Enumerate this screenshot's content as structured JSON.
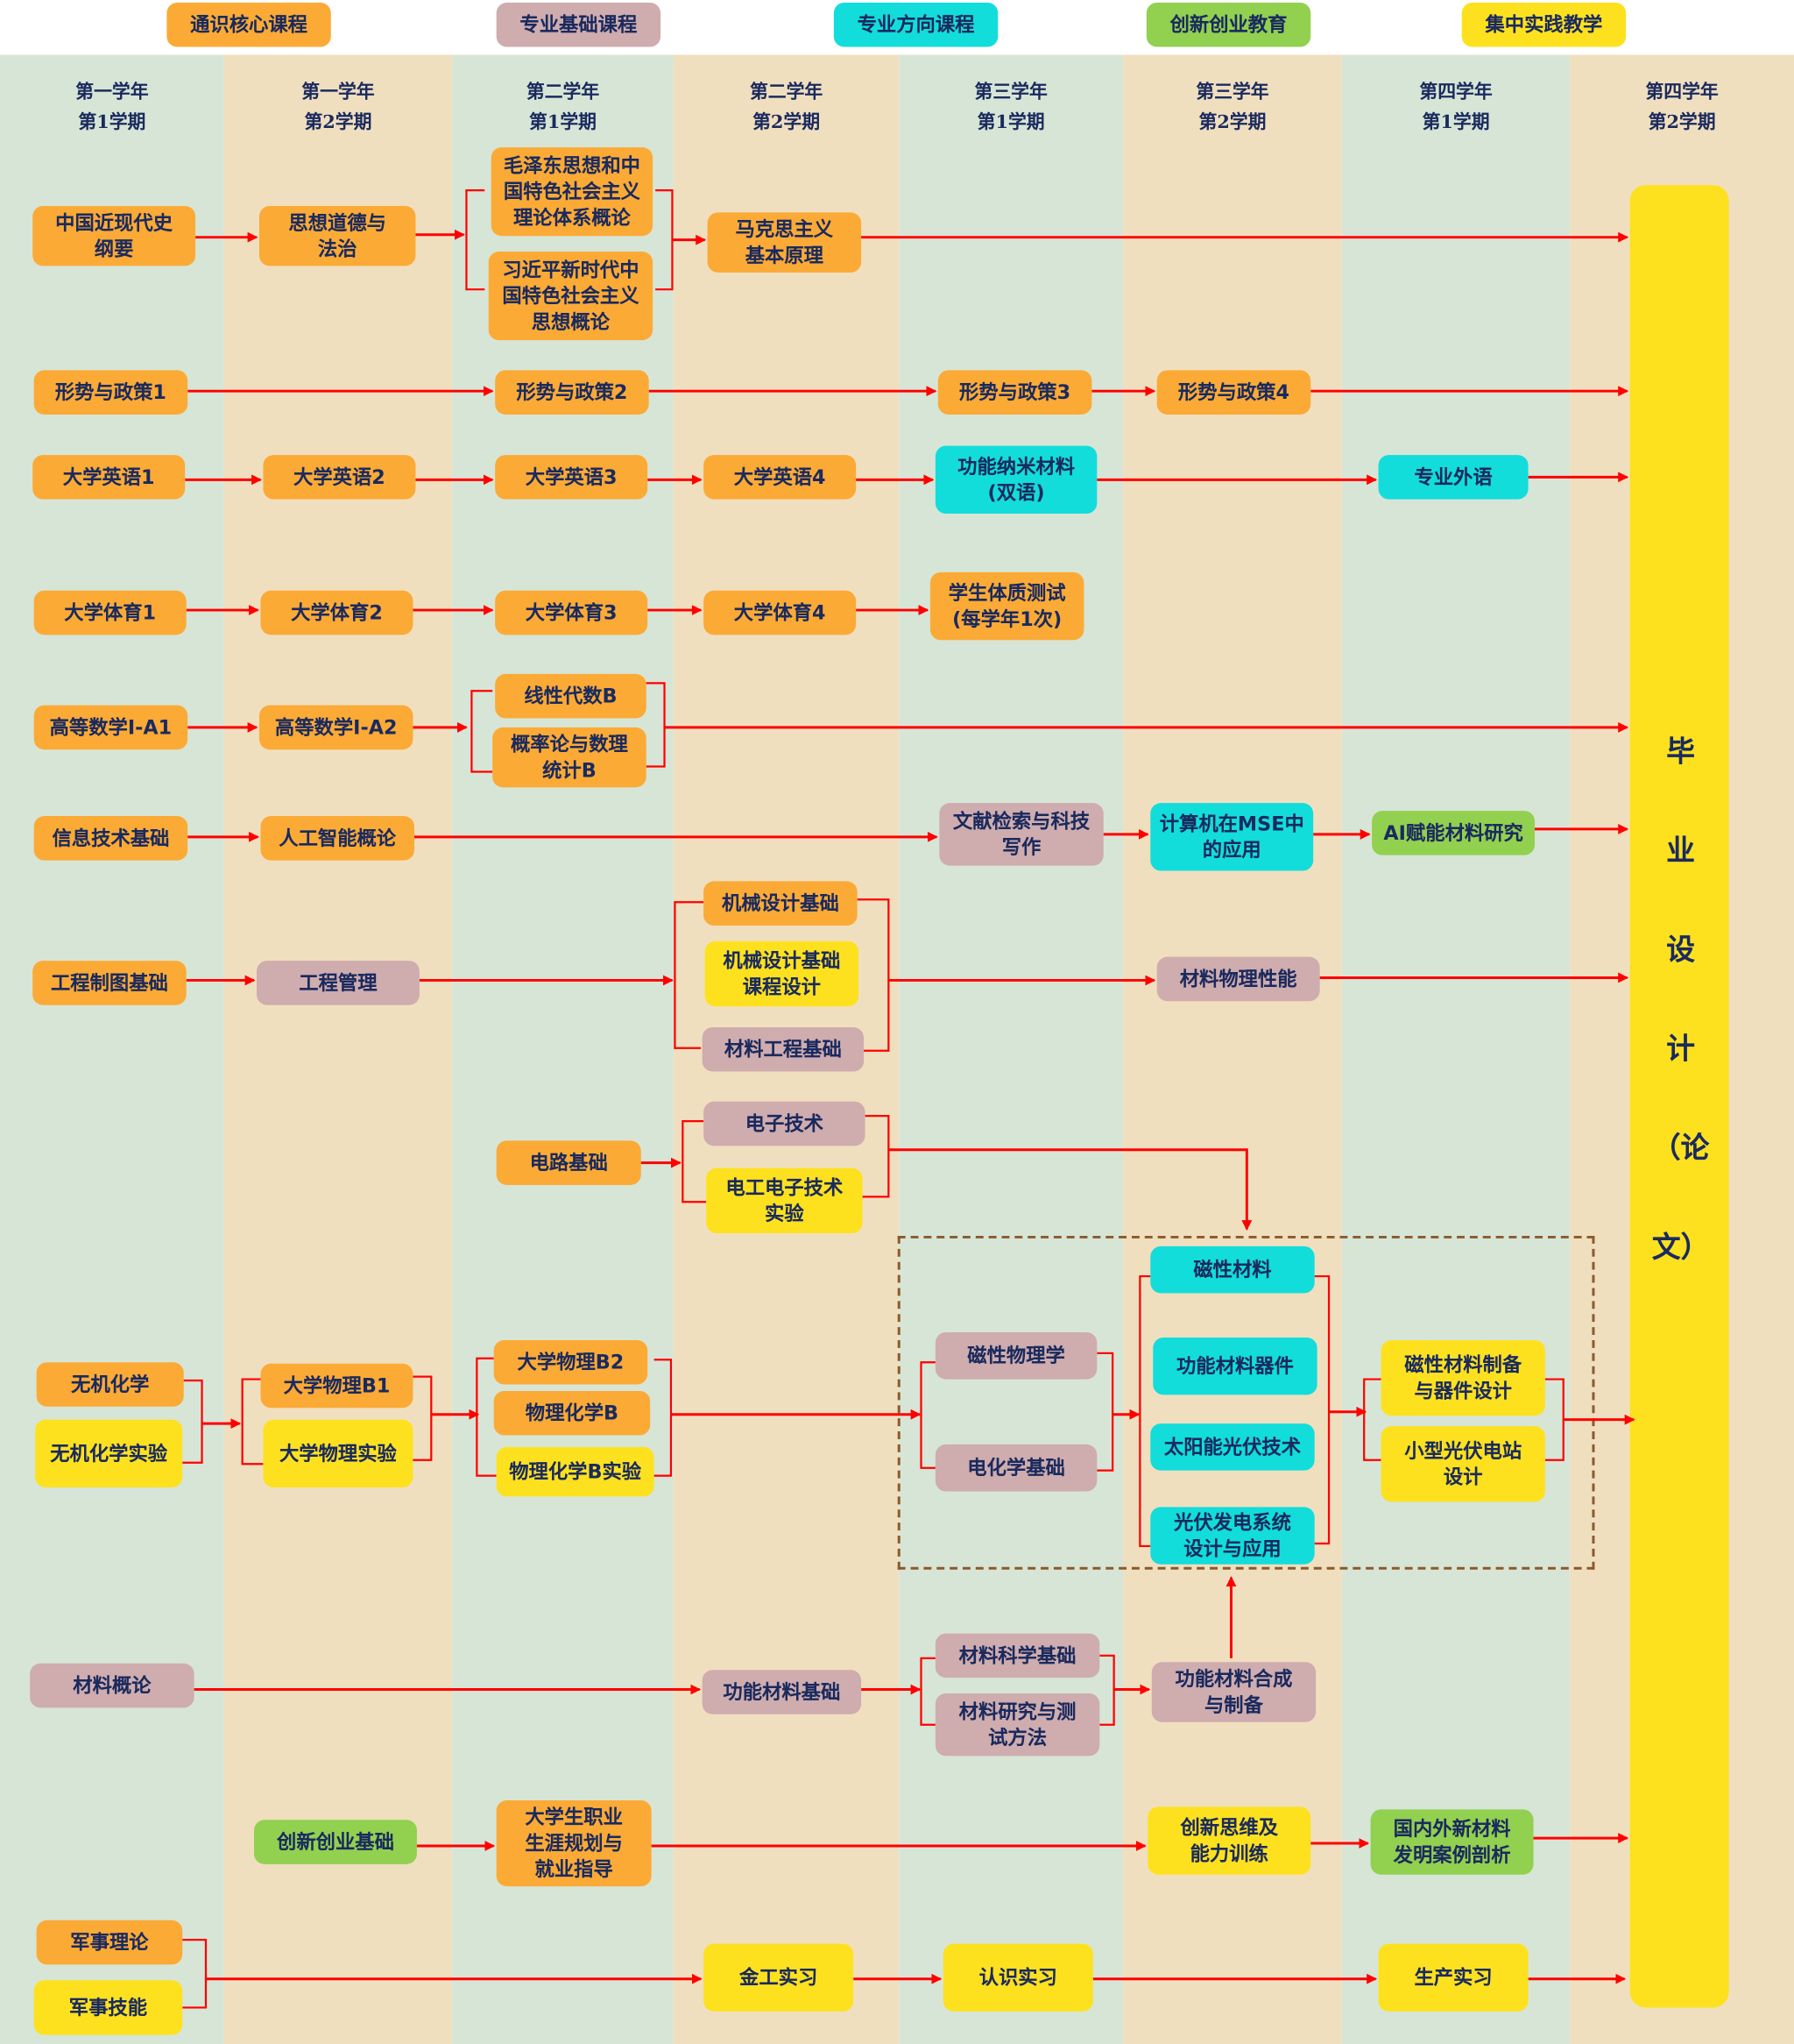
{
  "colors": {
    "general": "#FBAA36",
    "foundation": "#CFACAE",
    "direction": "#12DDDB",
    "innovation": "#92D050",
    "practice": "#FDE11F",
    "arrow": "#FF0000"
  },
  "legend": [
    {
      "label": "通识核心课程",
      "type": "general"
    },
    {
      "label": "专业基础课程",
      "type": "foundation"
    },
    {
      "label": "专业方向课程",
      "type": "direction"
    },
    {
      "label": "创新创业教育",
      "type": "innovation"
    },
    {
      "label": "集中实践教学",
      "type": "practice"
    }
  ],
  "semesters": [
    {
      "year": "第一学年",
      "term": "第1学期"
    },
    {
      "year": "第一学年",
      "term": "第2学期"
    },
    {
      "year": "第二学年",
      "term": "第1学期"
    },
    {
      "year": "第二学年",
      "term": "第2学期"
    },
    {
      "year": "第三学年",
      "term": "第1学期"
    },
    {
      "year": "第三学年",
      "term": "第2学期"
    },
    {
      "year": "第四学年",
      "term": "第1学期"
    },
    {
      "year": "第四学年",
      "term": "第2学期"
    }
  ],
  "courses": [
    {
      "label": "中国近现代史\n纲要",
      "type": "general"
    },
    {
      "label": "思想道德与\n法治",
      "type": "general"
    },
    {
      "label": "毛泽东思想和中\n国特色社会主义\n理论体系概论",
      "type": "general"
    },
    {
      "label": "习近平新时代中\n国特色社会主义\n思想概论",
      "type": "general"
    },
    {
      "label": "马克思主义\n基本原理",
      "type": "general"
    },
    {
      "label": "形势与政策1",
      "type": "general"
    },
    {
      "label": "形势与政策2",
      "type": "general"
    },
    {
      "label": "形势与政策3",
      "type": "general"
    },
    {
      "label": "形势与政策4",
      "type": "general"
    },
    {
      "label": "大学英语1",
      "type": "general"
    },
    {
      "label": "大学英语2",
      "type": "general"
    },
    {
      "label": "大学英语3",
      "type": "general"
    },
    {
      "label": "大学英语4",
      "type": "general"
    },
    {
      "label": "功能纳米材料\n(双语)",
      "type": "direction"
    },
    {
      "label": "专业外语",
      "type": "direction"
    },
    {
      "label": "大学体育1",
      "type": "general"
    },
    {
      "label": "大学体育2",
      "type": "general"
    },
    {
      "label": "大学体育3",
      "type": "general"
    },
    {
      "label": "大学体育4",
      "type": "general"
    },
    {
      "label": "学生体质测试\n(每学年1次)",
      "type": "general"
    },
    {
      "label": "高等数学I-A1",
      "type": "general"
    },
    {
      "label": "高等数学I-A2",
      "type": "general"
    },
    {
      "label": "线性代数B",
      "type": "general"
    },
    {
      "label": "概率论与数理\n统计B",
      "type": "general"
    },
    {
      "label": "信息技术基础",
      "type": "general"
    },
    {
      "label": "人工智能概论",
      "type": "general"
    },
    {
      "label": "文献检索与科技\n写作",
      "type": "foundation"
    },
    {
      "label": "计算机在MSE中\n的应用",
      "type": "direction"
    },
    {
      "label": "AI赋能材料研究",
      "type": "innovation"
    },
    {
      "label": "工程制图基础",
      "type": "general"
    },
    {
      "label": "工程管理",
      "type": "foundation"
    },
    {
      "label": "机械设计基础",
      "type": "general"
    },
    {
      "label": "机械设计基础\n课程设计",
      "type": "practice"
    },
    {
      "label": "材料工程基础",
      "type": "foundation"
    },
    {
      "label": "材料物理性能",
      "type": "foundation"
    },
    {
      "label": "电路基础",
      "type": "general"
    },
    {
      "label": "电子技术",
      "type": "foundation"
    },
    {
      "label": "电工电子技术\n实验",
      "type": "practice"
    },
    {
      "label": "无机化学",
      "type": "general"
    },
    {
      "label": "无机化学实验",
      "type": "practice"
    },
    {
      "label": "大学物理B1",
      "type": "general"
    },
    {
      "label": "大学物理实验",
      "type": "practice"
    },
    {
      "label": "大学物理B2",
      "type": "general"
    },
    {
      "label": "物理化学B",
      "type": "general"
    },
    {
      "label": "物理化学B实验",
      "type": "practice"
    },
    {
      "label": "磁性物理学",
      "type": "foundation"
    },
    {
      "label": "电化学基础",
      "type": "foundation"
    },
    {
      "label": "磁性材料",
      "type": "direction"
    },
    {
      "label": "功能材料器件",
      "type": "direction"
    },
    {
      "label": "太阳能光伏技术",
      "type": "direction"
    },
    {
      "label": "光伏发电系统\n设计与应用",
      "type": "direction"
    },
    {
      "label": "磁性材料制备\n与器件设计",
      "type": "practice"
    },
    {
      "label": "小型光伏电站\n设计",
      "type": "practice"
    },
    {
      "label": "材料概论",
      "type": "foundation"
    },
    {
      "label": "功能材料基础",
      "type": "foundation"
    },
    {
      "label": "材料科学基础",
      "type": "foundation"
    },
    {
      "label": "材料研究与测\n试方法",
      "type": "foundation"
    },
    {
      "label": "功能材料合成\n与制备",
      "type": "foundation"
    },
    {
      "label": "创新创业基础",
      "type": "innovation"
    },
    {
      "label": "大学生职业\n生涯规划与\n就业指导",
      "type": "general"
    },
    {
      "label": "创新思维及\n能力训练",
      "type": "practice"
    },
    {
      "label": "国内外新材料\n发明案例剖析",
      "type": "innovation"
    },
    {
      "label": "军事理论",
      "type": "general"
    },
    {
      "label": "军事技能",
      "type": "practice"
    },
    {
      "label": "金工实习",
      "type": "practice"
    },
    {
      "label": "认识实习",
      "type": "practice"
    },
    {
      "label": "生产实习",
      "type": "practice"
    }
  ],
  "thesis": {
    "label": "毕\n业\n设\n计\n（论\n文）",
    "type": "practice"
  }
}
